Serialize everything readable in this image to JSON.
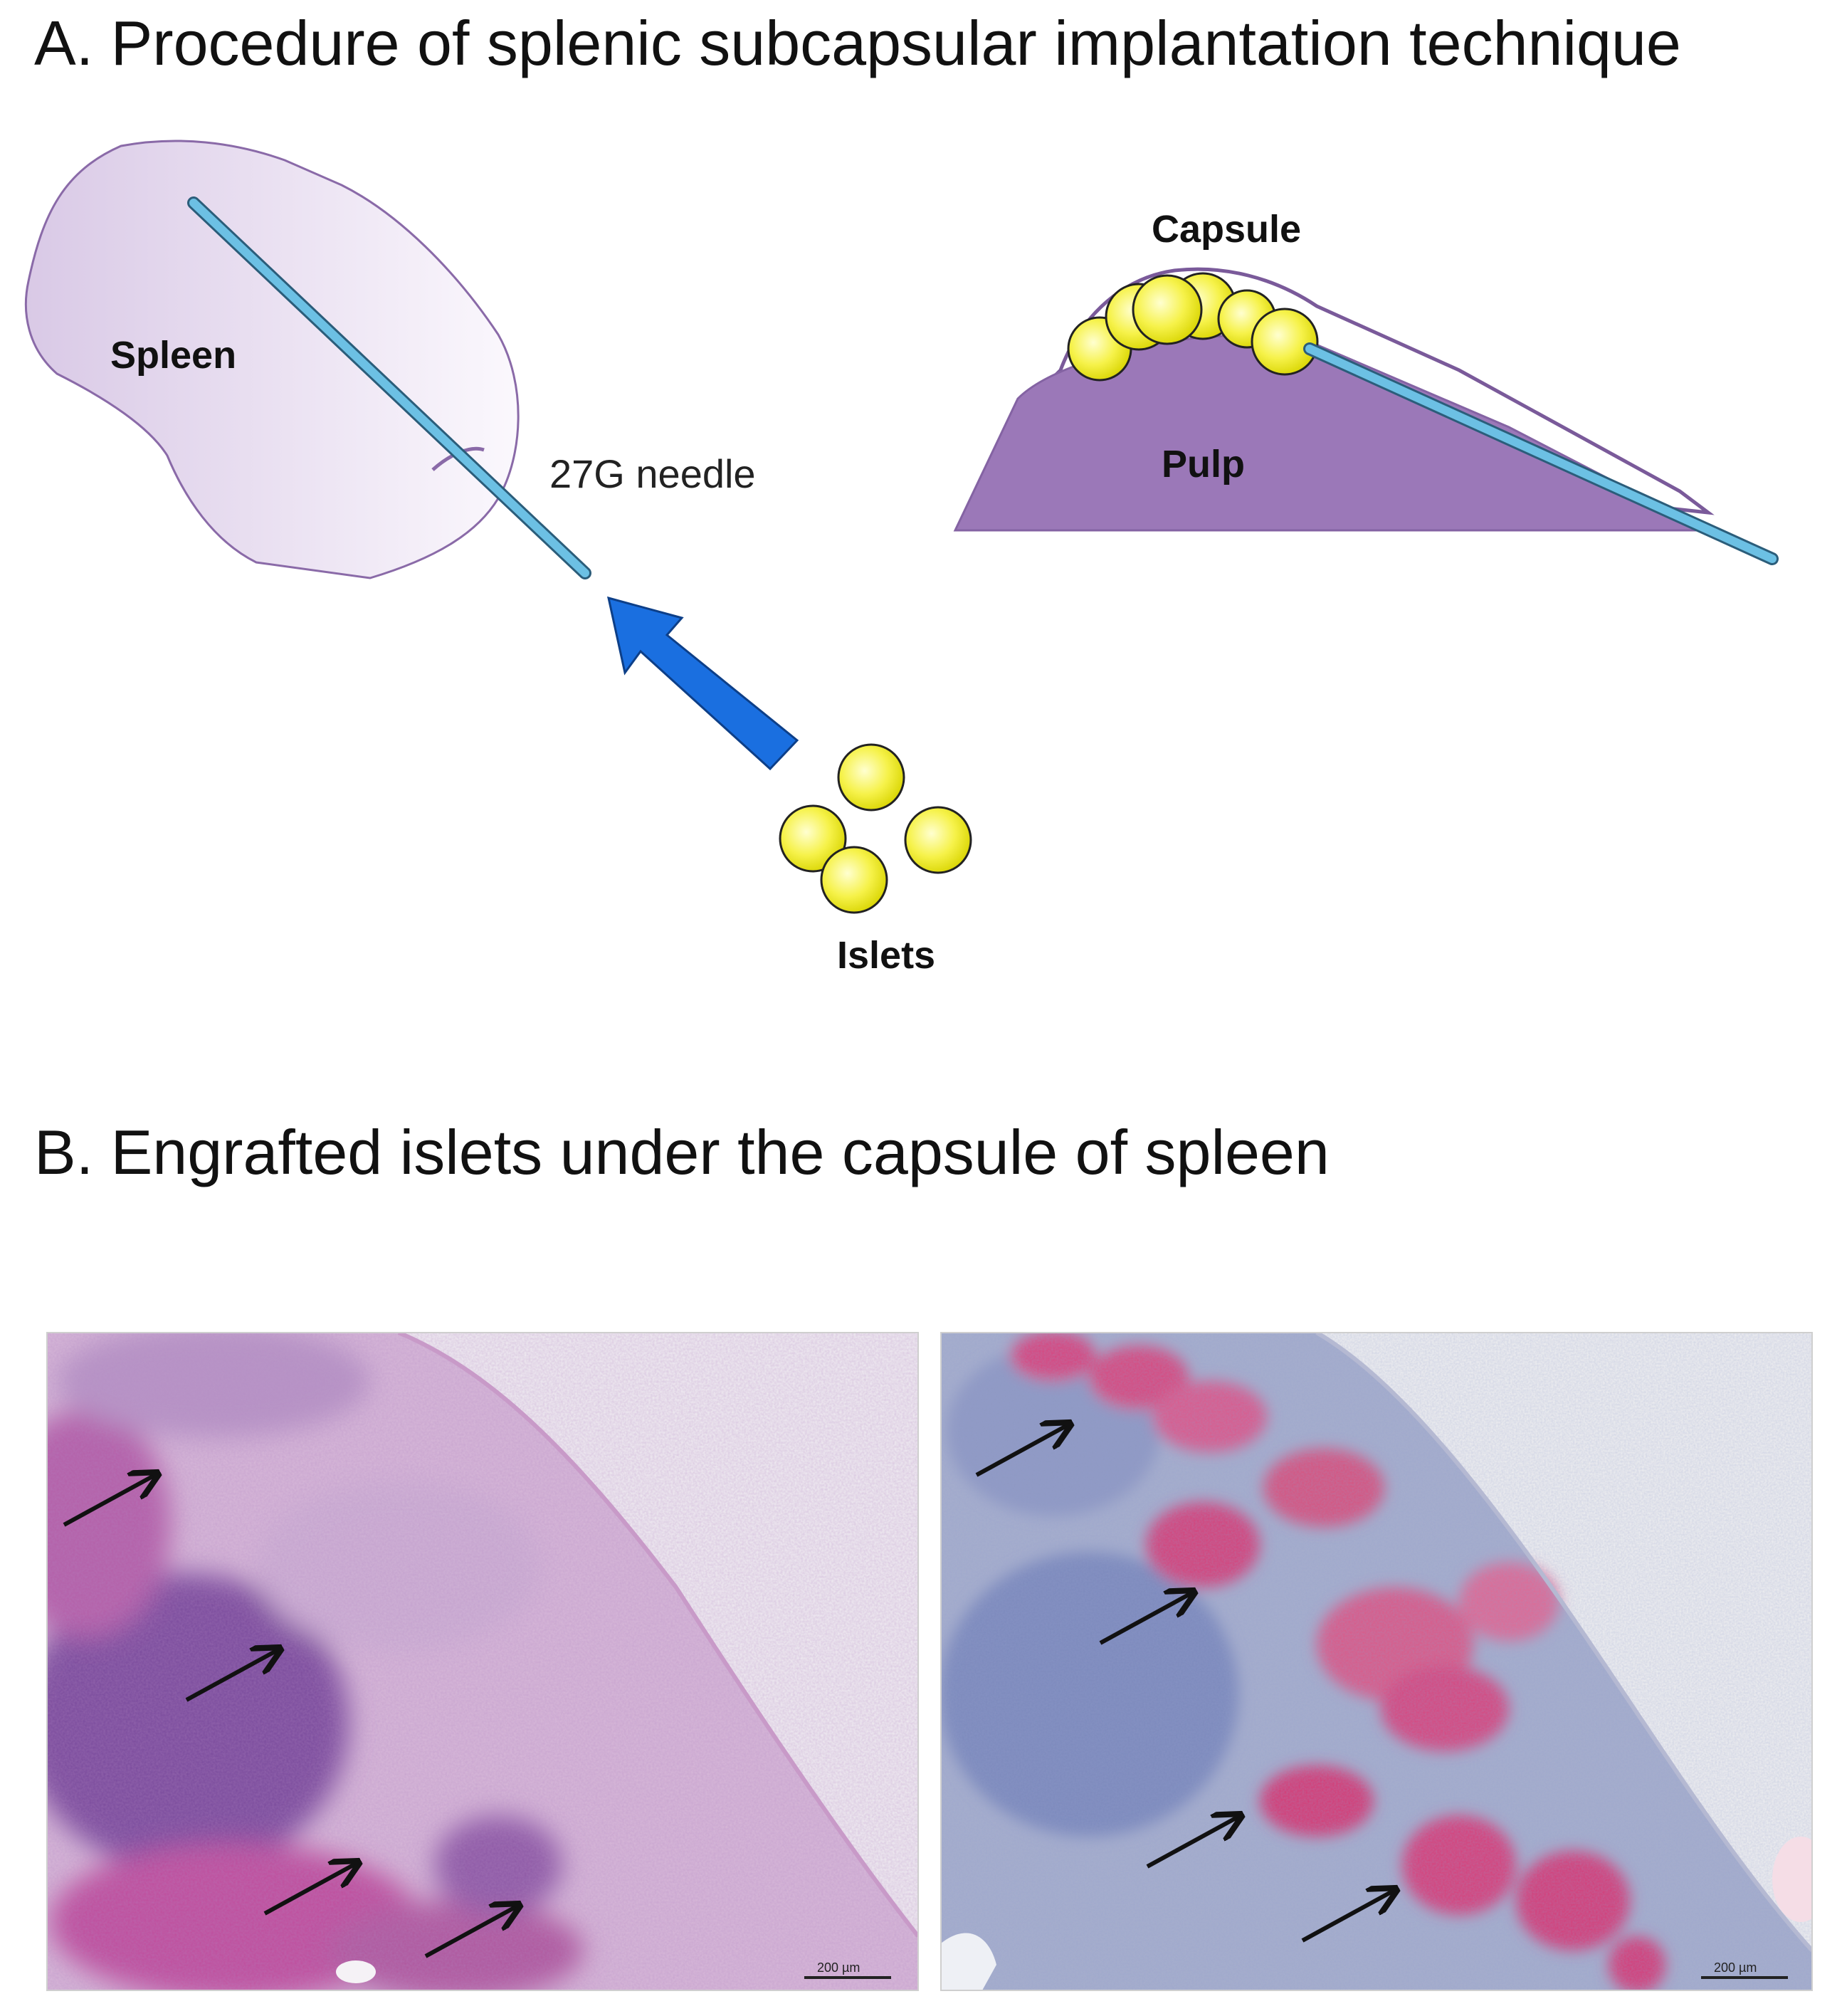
{
  "panel_a": {
    "title": "A. Procedure of splenic subcapsular implantation technique",
    "labels": {
      "spleen": "Spleen",
      "needle": "27G needle",
      "islets": "Islets",
      "capsule": "Capsule",
      "pulp": "Pulp"
    }
  },
  "panel_b": {
    "title": "B. Engrafted islets under the capsule of spleen",
    "images": [
      {
        "description_icon": "he-stained-section",
        "scale_bar": "200 µm"
      },
      {
        "description_icon": "insulin-stained-section",
        "scale_bar": "200 µm"
      }
    ]
  },
  "colors": {
    "spleen_fill": "#e7ddef",
    "spleen_stroke": "#8a6aa8",
    "pulp_fill": "#9b78b8",
    "needle": "#5bb4dc",
    "arrow": "#1a6fe0",
    "islet": "#f4ef2a"
  }
}
